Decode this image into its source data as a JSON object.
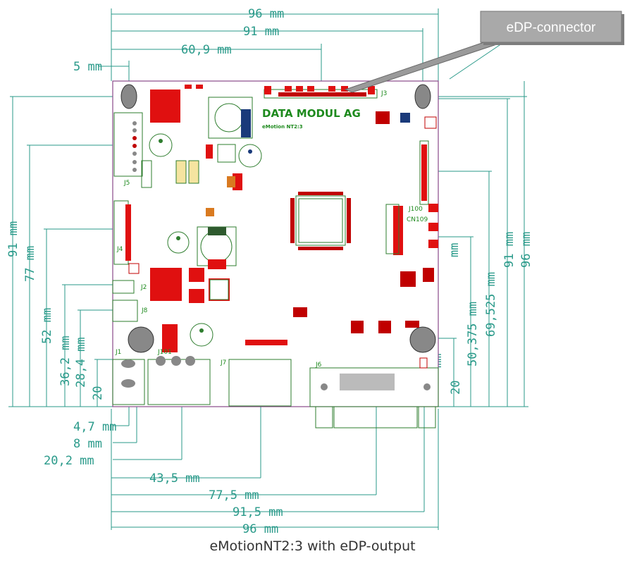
{
  "callout": {
    "label": "eDP-connector"
  },
  "caption": "eMotionNT2:3 with eDP-output",
  "silkscreen": {
    "brand": "DATA MODUL AG",
    "model": "eMotion NT2:3",
    "labels": [
      "J3",
      "J5",
      "J4",
      "J2",
      "J8",
      "J1",
      "J101",
      "J7",
      "J6",
      "J100",
      "CN109"
    ]
  },
  "dimensions": {
    "top": [
      "96 mm",
      "91 mm",
      "60,9 mm",
      "5 mm"
    ],
    "left": [
      "91 mm",
      "77 mm",
      "52 mm",
      "36,2 mm",
      "28,4 mm",
      "20"
    ],
    "right": [
      "mm",
      "50,375 mm",
      "69,525 mm",
      "91 mm",
      "96 mm",
      "mm",
      "20"
    ],
    "bottom": [
      "4,7 mm",
      "8 mm",
      "20,2 mm",
      "43,5 mm",
      "77,5 mm",
      "91,5 mm",
      "96 mm"
    ]
  }
}
